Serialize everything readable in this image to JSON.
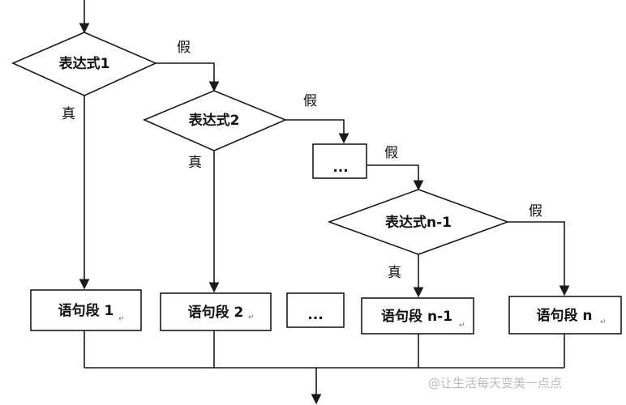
{
  "decisions": [
    {
      "id": "d1",
      "label": "表达式1",
      "false_label": "假",
      "true_label": "真"
    },
    {
      "id": "d2",
      "label": "表达式2",
      "false_label": "假",
      "true_label": "真"
    },
    {
      "id": "dn",
      "label": "表达式n-1",
      "false_label": "假",
      "true_label": "真"
    }
  ],
  "ellipsis_box": {
    "label": "...",
    "false_label": "假"
  },
  "statements": [
    {
      "id": "s1",
      "label": "语句段 1",
      "mark": "↵"
    },
    {
      "id": "s2",
      "label": "语句段 2",
      "mark": "↵"
    },
    {
      "id": "s3",
      "label": "...",
      "mark": ""
    },
    {
      "id": "s4",
      "label": "语句段 n-1",
      "mark": "↵"
    },
    {
      "id": "s5",
      "label": "语句段 n",
      "mark": "↵"
    }
  ],
  "watermark": "@让生活每天变美一点点"
}
